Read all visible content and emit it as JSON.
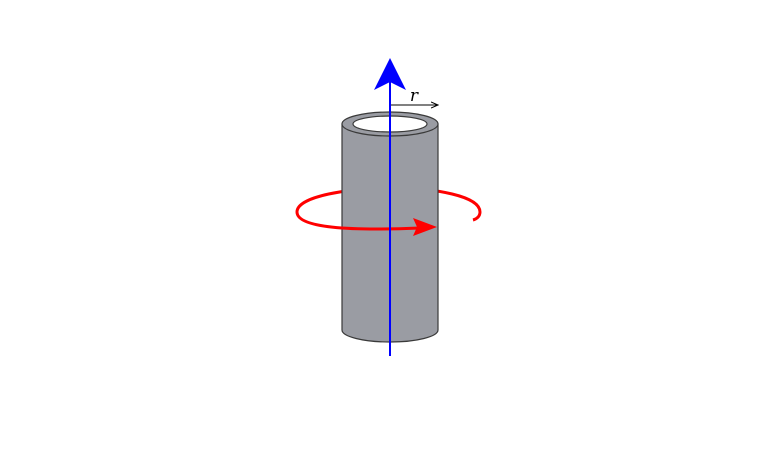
{
  "diagram": {
    "radius_label": "r",
    "colors": {
      "background": "#ffffff",
      "cylinder_fill": "#9a9ca3",
      "cylinder_stroke": "#3a3a3a",
      "axis": "#0000ff",
      "rotation": "#ff0000",
      "label": "#000000"
    },
    "elements": [
      "hollow-cylinder",
      "rotation-axis-arrow",
      "rotation-direction-arrow",
      "radius-dimension-arrow"
    ]
  }
}
